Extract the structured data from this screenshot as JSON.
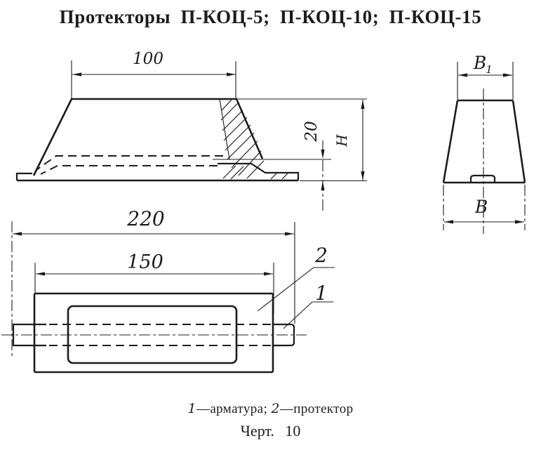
{
  "title": "Протекторы П-КОЦ-5; П-КОЦ-10; П-КОЦ-15",
  "drawing": {
    "front_view": {
      "dim_top_width": "100",
      "dim_step": "20",
      "dim_height": "Н"
    },
    "side_view": {
      "dim_top_base": "В",
      "dim_top_sub": "1",
      "dim_bottom": "В"
    },
    "plan_view": {
      "dim_overall": "220",
      "dim_inner": "150",
      "callout_protector": "2",
      "callout_armature": "1"
    }
  },
  "caption": {
    "legend_num_1": "1",
    "legend_text_1": "—арматура; ",
    "legend_num_2": "2",
    "legend_text_2": "—протектор",
    "figure_label": "Черт. 10"
  },
  "colors": {
    "ink": "#1c1c1c",
    "paper": "#ffffff"
  }
}
